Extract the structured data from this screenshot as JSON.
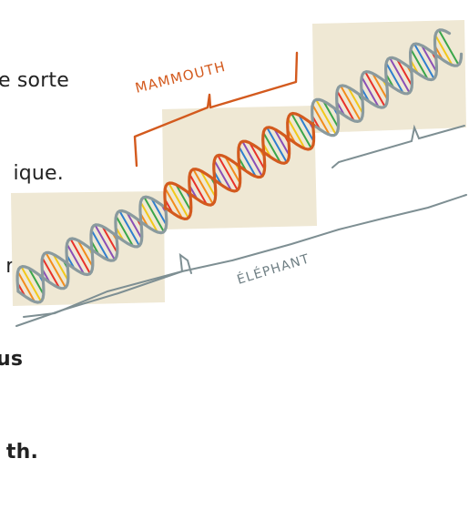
{
  "text_lines": [
    {
      "text": "e sorte",
      "bold": false
    },
    {
      "text": "ique.",
      "bold": false
    },
    {
      "text": "re,",
      "bold": false
    },
    {
      "text": "us",
      "bold": true
    },
    {
      "text": "th.",
      "bold": true
    }
  ],
  "labels": {
    "mammoth": "MAMMOUTH",
    "elephant": "ÉLÉPHANT"
  },
  "colors": {
    "block_fill": "#efe8d4",
    "helix_gray": "#8a9a9e",
    "helix_highlight": "#d35a1e",
    "bracket_mammoth": "#d35a1e",
    "bracket_gray": "#7e8f93",
    "rungs": [
      "#e8322a",
      "#f28c1c",
      "#f2c81a",
      "#3aa64a",
      "#2f7fcf",
      "#8a4fb6"
    ]
  }
}
